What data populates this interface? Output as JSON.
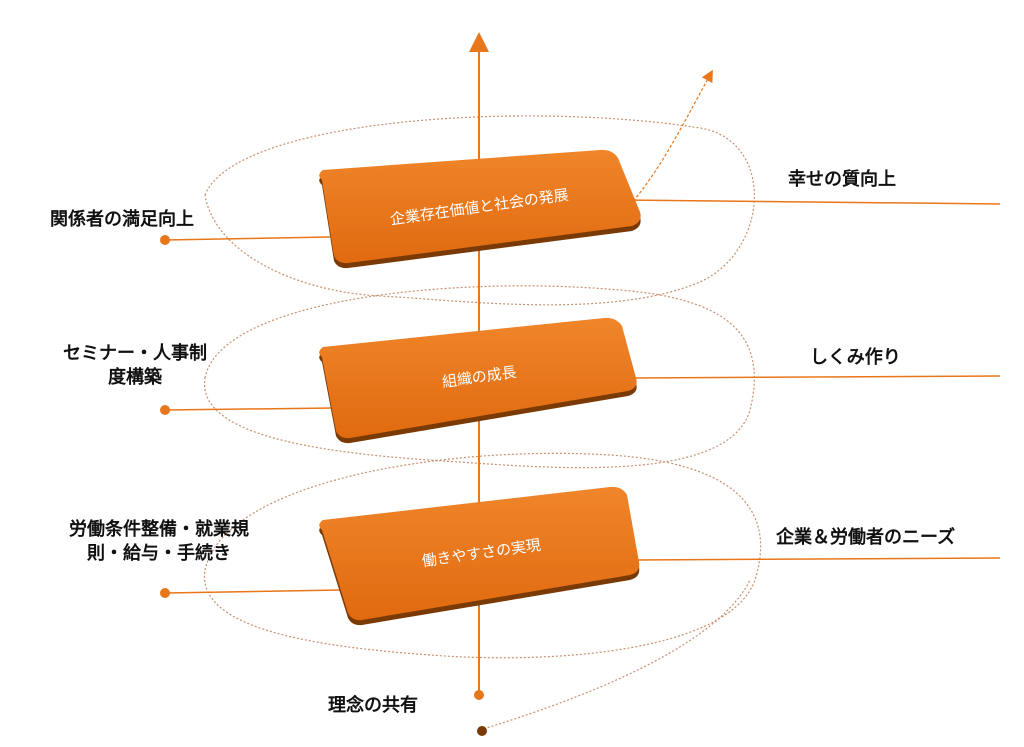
{
  "colors": {
    "accent": "#E8761A",
    "accent_dark": "#7A3A06",
    "spiral": "#C89070"
  },
  "boxes": [
    "企業存在価値と社会の発展",
    "組織の成長",
    "働きやすさの実現"
  ],
  "left_labels": {
    "top": "関係者の満足向上",
    "middle_line1": "セミナー・人事制",
    "middle_line2": "度構築",
    "bottom_line1": "労働条件整備・就業規",
    "bottom_line2": "則・給与・手続き"
  },
  "right_labels": {
    "top": "幸せの質向上",
    "middle": "しくみ作り",
    "bottom": "企業＆労働者のニーズ"
  },
  "base_label": "理念の共有"
}
